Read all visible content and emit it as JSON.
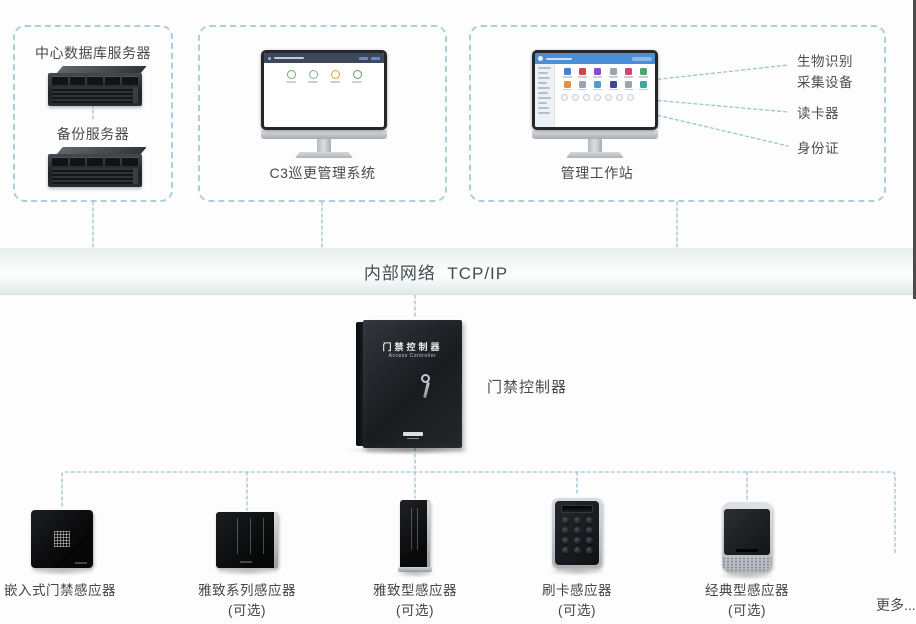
{
  "groups": {
    "servers": {
      "db": "中心数据库服务器",
      "backup": "备份服务器"
    },
    "c3": {
      "label": "C3巡更管理系统"
    },
    "workstation": {
      "label": "管理工作站",
      "peripherals": [
        {
          "line1": "生物识别",
          "line2": "采集设备"
        },
        {
          "line1": "读卡器",
          "line2": ""
        },
        {
          "line1": "身份证",
          "line2": ""
        }
      ]
    }
  },
  "network_band": {
    "label": "内部网络  TCP/IP"
  },
  "controller": {
    "label": "门禁控制器",
    "panel_title": "门禁控制器",
    "panel_subtitle": "Access Controller"
  },
  "readers": [
    {
      "name": "嵌入式门禁感应器",
      "optional": ""
    },
    {
      "name": "雅致系列感应器",
      "optional": "(可选)"
    },
    {
      "name": "雅致型感应器",
      "optional": "(可选)"
    },
    {
      "name": "刷卡感应器",
      "optional": "(可选)"
    },
    {
      "name": "经典型感应器",
      "optional": "(可选)"
    }
  ],
  "more_label": "更多...",
  "colors": {
    "dashed_border": "#abcfdc",
    "connector": "#9cc3d6",
    "band_text": "#3e4e51",
    "label_text": "#4a4a4a",
    "workstation_header": "#4a8ed8",
    "c3_header": "#3d495b"
  }
}
